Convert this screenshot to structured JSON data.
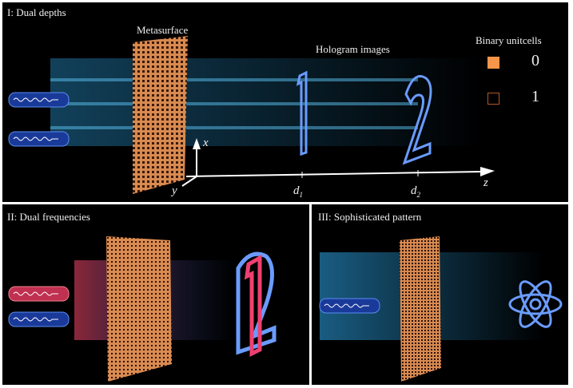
{
  "panels": {
    "dual_depths": {
      "title": "I: Dual depths",
      "metasurface": "Metasurface",
      "hologram": "Hologram images",
      "digit1": "1",
      "digit2": "2",
      "axis_x": "x",
      "axis_y": "y",
      "axis_z": "z",
      "d1": "d",
      "d1_sub": "1",
      "d2": "d",
      "d2_sub": "2"
    },
    "dual_frequencies": {
      "title": "II: Dual frequencies",
      "digits": "1 2"
    },
    "sophisticated": {
      "title": "III: Sophisticated pattern"
    }
  },
  "legend": {
    "title": "Binary unitcells",
    "items": [
      {
        "label": "0",
        "color": "#f5964a"
      },
      {
        "label": "1",
        "color": "#b0562a"
      }
    ]
  },
  "colors": {
    "beam": "#2a9ad8",
    "red_beam": "#e84060",
    "metasurface": "#e8a060",
    "hologram": "#5a8cf0"
  }
}
